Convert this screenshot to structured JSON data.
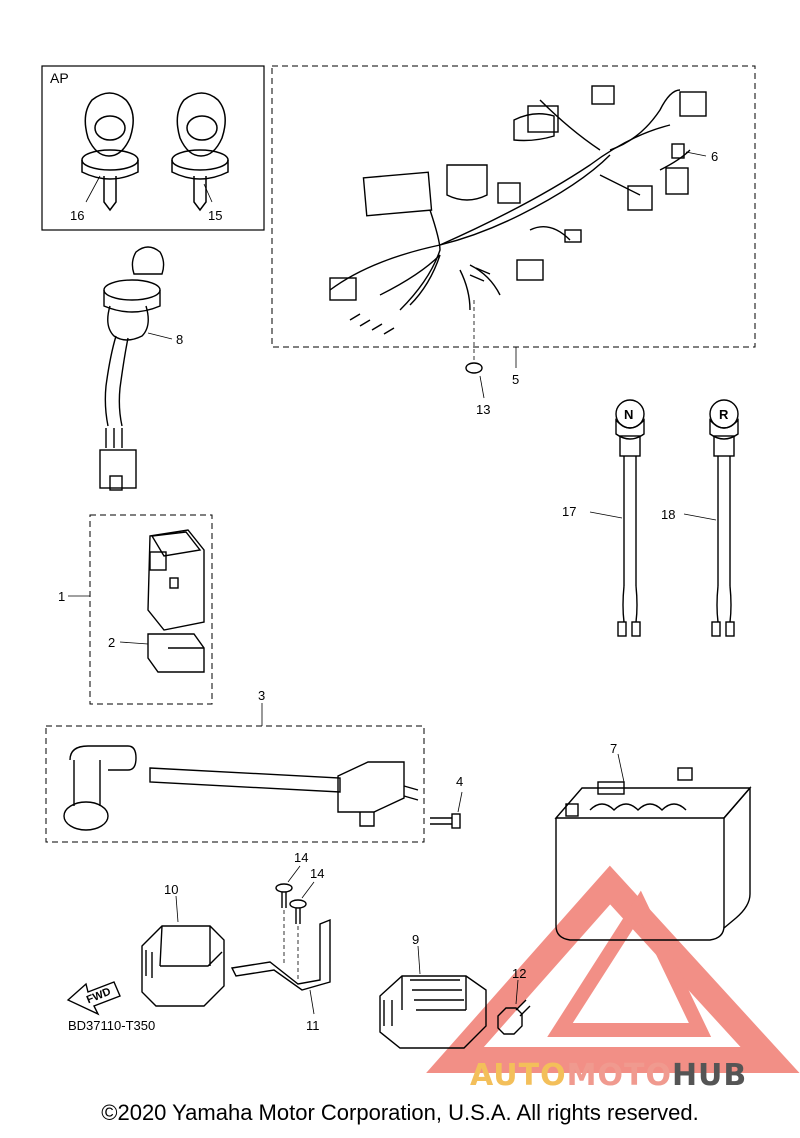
{
  "labels": {
    "ap": "AP",
    "n1": "1",
    "n2": "2",
    "n3": "3",
    "n4": "4",
    "n5": "5",
    "n6": "6",
    "n7": "7",
    "n8": "8",
    "n9": "9",
    "n10": "10",
    "n11": "11",
    "n12": "12",
    "n13": "13",
    "n14a": "14",
    "n14b": "14",
    "n15": "15",
    "n16": "16",
    "n17": "17",
    "n18": "18"
  },
  "switch_letters": {
    "neutral": "N",
    "reverse": "R"
  },
  "fwd": "FWD",
  "diagram_code": "BD37110-T350",
  "copyright": "©2020 Yamaha Motor Corporation, U.S.A. All rights reserved.",
  "watermark": {
    "part1": "AUTO",
    "part2": "MOTO",
    "part3": "HUB"
  },
  "colors": {
    "line": "#000000",
    "watermark_red": "#ee6a5e",
    "watermark_yellow": "#f3bf5a",
    "watermark_gray": "#555555"
  }
}
